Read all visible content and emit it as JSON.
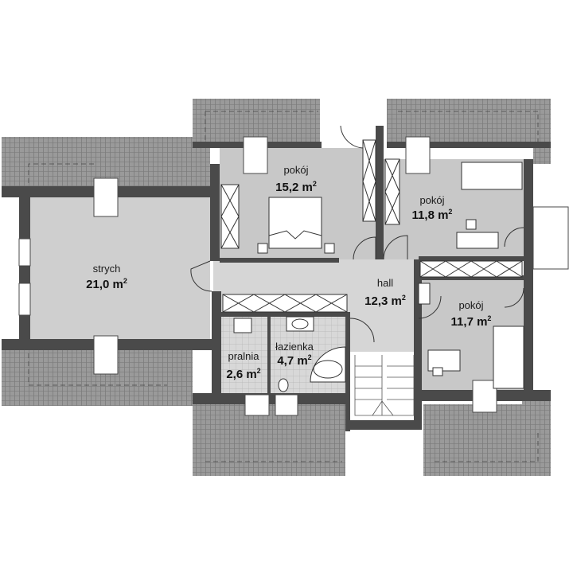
{
  "rooms": {
    "strych": {
      "name": "strych",
      "area": "21,0 m",
      "unit_exp": "2"
    },
    "pokoj_top": {
      "name": "pokój",
      "area": "15,2 m",
      "unit_exp": "2"
    },
    "pokoj_right": {
      "name": "pokój",
      "area": "11,8 m",
      "unit_exp": "2"
    },
    "hall": {
      "name": "hall",
      "area": "12,3 m",
      "unit_exp": "2"
    },
    "pokoj_bottom": {
      "name": "pokój",
      "area": "11,7 m",
      "unit_exp": "2"
    },
    "lazienka": {
      "name": "łazienka",
      "area": "4,7 m",
      "unit_exp": "2"
    },
    "pralnia": {
      "name": "pralnia",
      "area": "2,6 m",
      "unit_exp": "2"
    }
  },
  "colors": {
    "wall": "#4a4a4a",
    "floor": "#cdcdcd",
    "roof": "#8a8a8a",
    "roof_line": "#5c5c5c",
    "background": "#ffffff"
  }
}
